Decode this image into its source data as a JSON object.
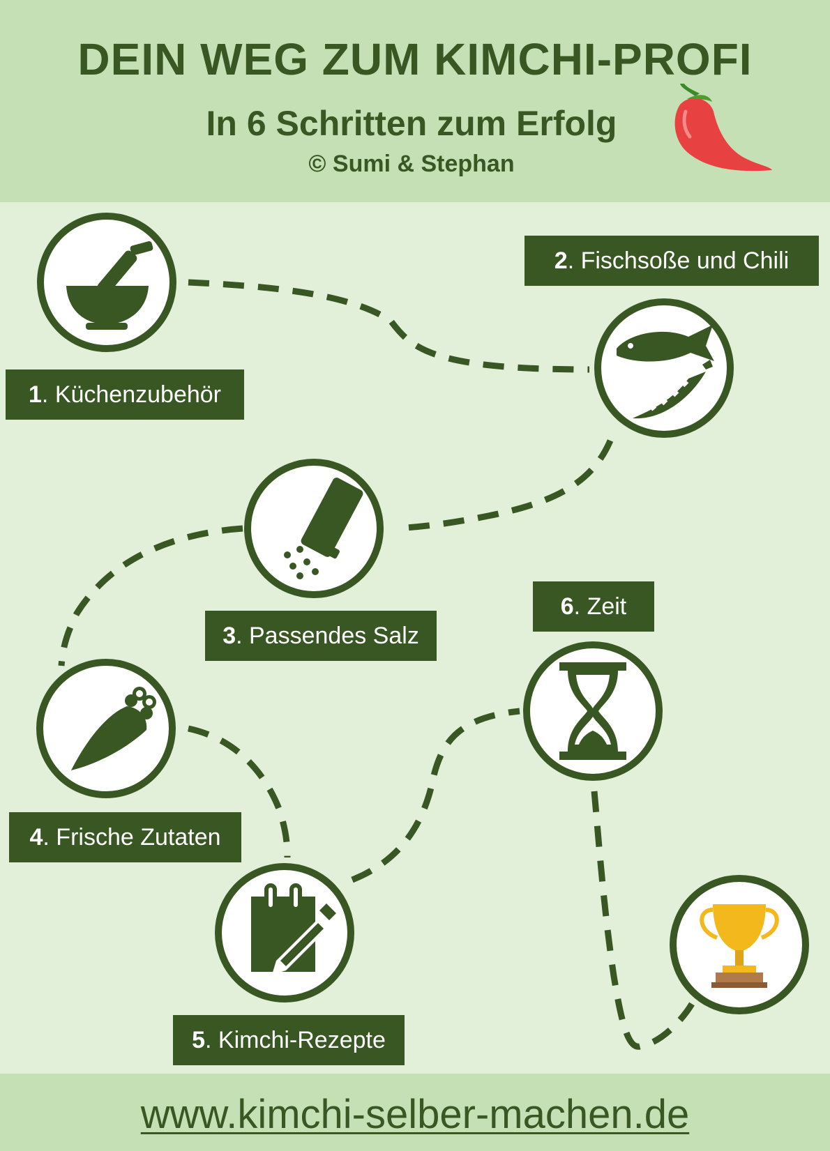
{
  "header": {
    "title": "DEIN WEG ZUM KIMCHI-PROFI",
    "subtitle": "In 6 Schritten zum Erfolg",
    "copyright": "© Sumi & Stephan"
  },
  "steps": [
    {
      "number": "1",
      "text": ". Küchenzubehör",
      "icon": "mortar-pestle-icon"
    },
    {
      "number": "2",
      "text": ". Fischsoße und Chili",
      "icon": "fish-chili-icon"
    },
    {
      "number": "3",
      "text": ". Passendes Salz",
      "icon": "salt-shaker-icon"
    },
    {
      "number": "4",
      "text": ". Frische Zutaten",
      "icon": "carrot-icon"
    },
    {
      "number": "5",
      "text": ". Kimchi-Rezepte",
      "icon": "notepad-pencil-icon"
    },
    {
      "number": "6",
      "text": ". Zeit",
      "icon": "hourglass-icon"
    }
  ],
  "goal": {
    "icon": "trophy-icon"
  },
  "footer": {
    "url": "www.kimchi-selber-machen.de"
  },
  "colors": {
    "dark_green": "#385723",
    "header_green": "#c5e0b4",
    "background_green": "#e2efd9",
    "trophy_gold": "#f2b81c",
    "chili_red": "#e84141"
  }
}
